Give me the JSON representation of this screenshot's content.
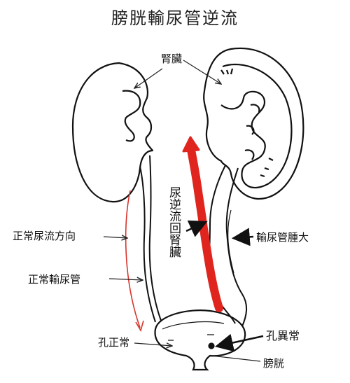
{
  "title": "膀胱輸尿管逆流",
  "labels": {
    "kidney": "腎臟",
    "reflux": "尿逆流回腎臟",
    "dilated_ureter": "輸尿管腫大",
    "normal_flow": "正常尿流方向",
    "normal_ureter": "正常輸尿管",
    "normal_orifice": "孔正常",
    "abnormal_orifice": "孔異常",
    "bladder": "膀胱"
  },
  "colors": {
    "ink": "#111111",
    "reflux_arrow": "#e0251e",
    "flow_line": "#d9342b"
  }
}
